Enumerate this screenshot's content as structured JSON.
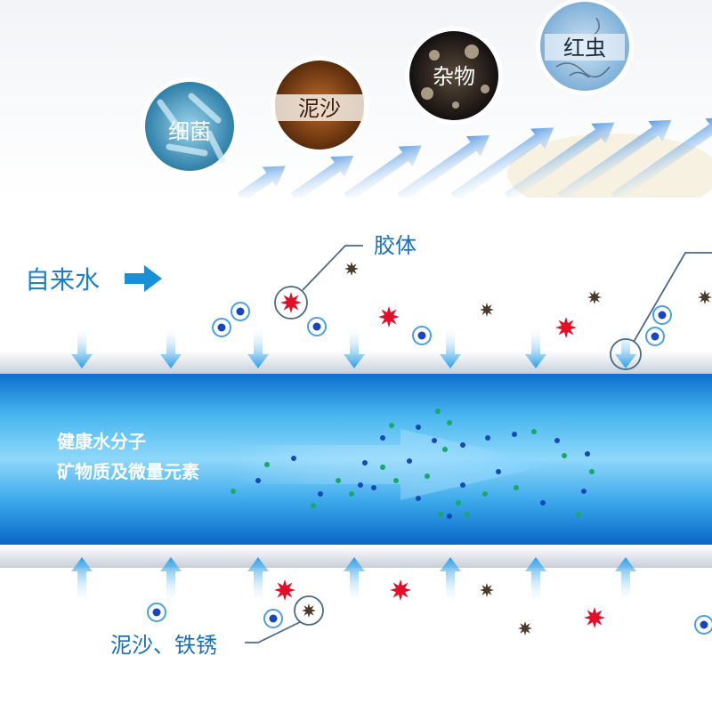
{
  "contaminants": [
    {
      "label": "细菌",
      "icon": "bacteria-icon",
      "color": "#5fa8c8"
    },
    {
      "label": "泥沙",
      "icon": "sediment-icon",
      "color": "#8a4a1c"
    },
    {
      "label": "杂物",
      "icon": "debris-icon",
      "color": "#3a3026"
    },
    {
      "label": "红虫",
      "icon": "red-worm-icon",
      "color": "#8fb8dc"
    }
  ],
  "labels": {
    "tap_water": "自来水",
    "colloid": "胶体",
    "healthy_water_line1": "健康水分子",
    "healthy_water_line2": "矿物质及微量元素",
    "sediment_rust": "泥沙、铁锈"
  },
  "colors": {
    "accent_blue": "#1a8fd8",
    "pipe_blue": "#1e90e0",
    "particle_red": "#e0102a",
    "particle_dark": "#4a3a2a",
    "dot_blue": "#1848b8",
    "dot_green": "#18a868"
  }
}
